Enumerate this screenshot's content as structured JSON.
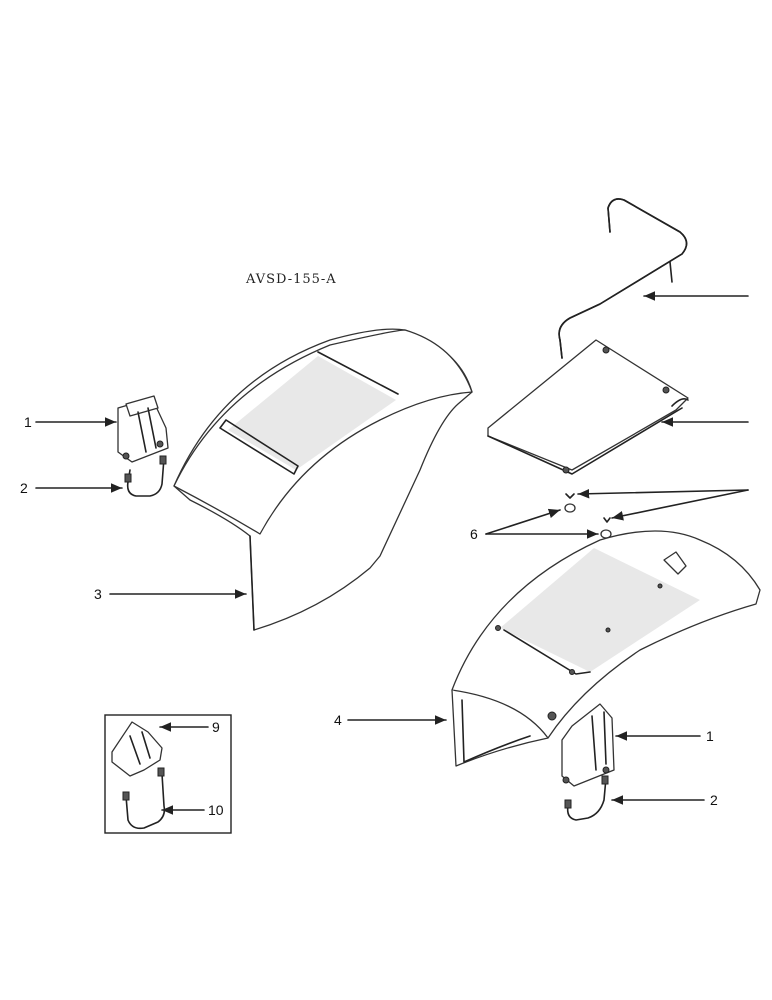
{
  "diagram": {
    "title": "AVSD-155-A",
    "callouts": [
      {
        "id": "c1a",
        "label": "1"
      },
      {
        "id": "c2a",
        "label": "2"
      },
      {
        "id": "c3",
        "label": "3"
      },
      {
        "id": "c4",
        "label": "4"
      },
      {
        "id": "c6",
        "label": "6"
      },
      {
        "id": "c9",
        "label": "9"
      },
      {
        "id": "c10",
        "label": "10"
      },
      {
        "id": "c1b",
        "label": "1"
      },
      {
        "id": "c2b",
        "label": "2"
      }
    ]
  }
}
